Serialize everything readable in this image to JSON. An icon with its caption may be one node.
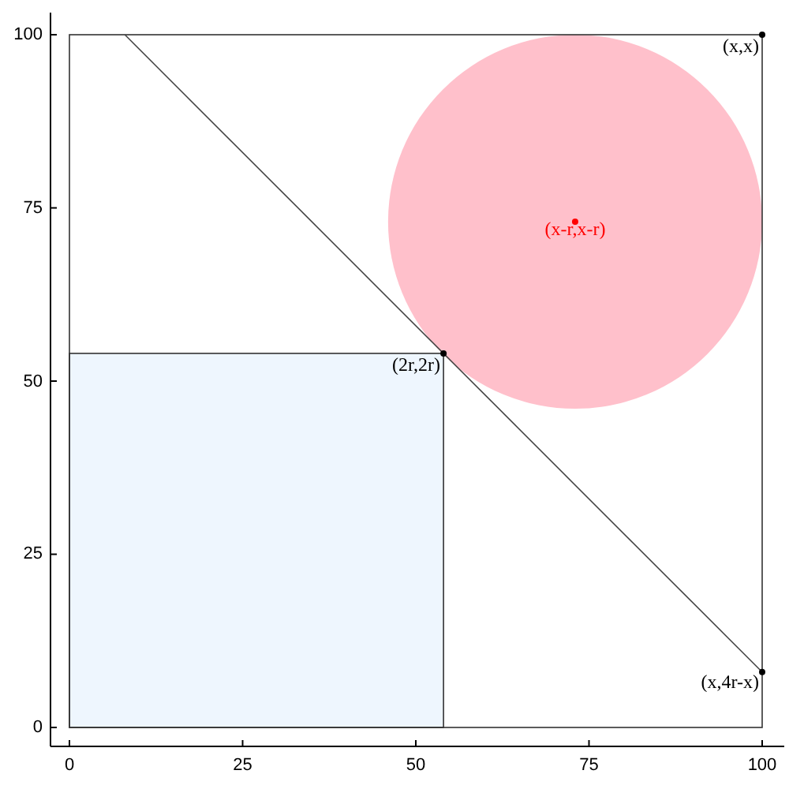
{
  "diagram": {
    "labels": [
      "100",
      "(x,x)",
      "75",
      "(x-r,x-r)",
      "50",
      "(2r,2r)",
      "25",
      "(x,4r-x)",
      "0",
      "0",
      "25",
      "50",
      "75",
      "100"
    ]
  }
}
